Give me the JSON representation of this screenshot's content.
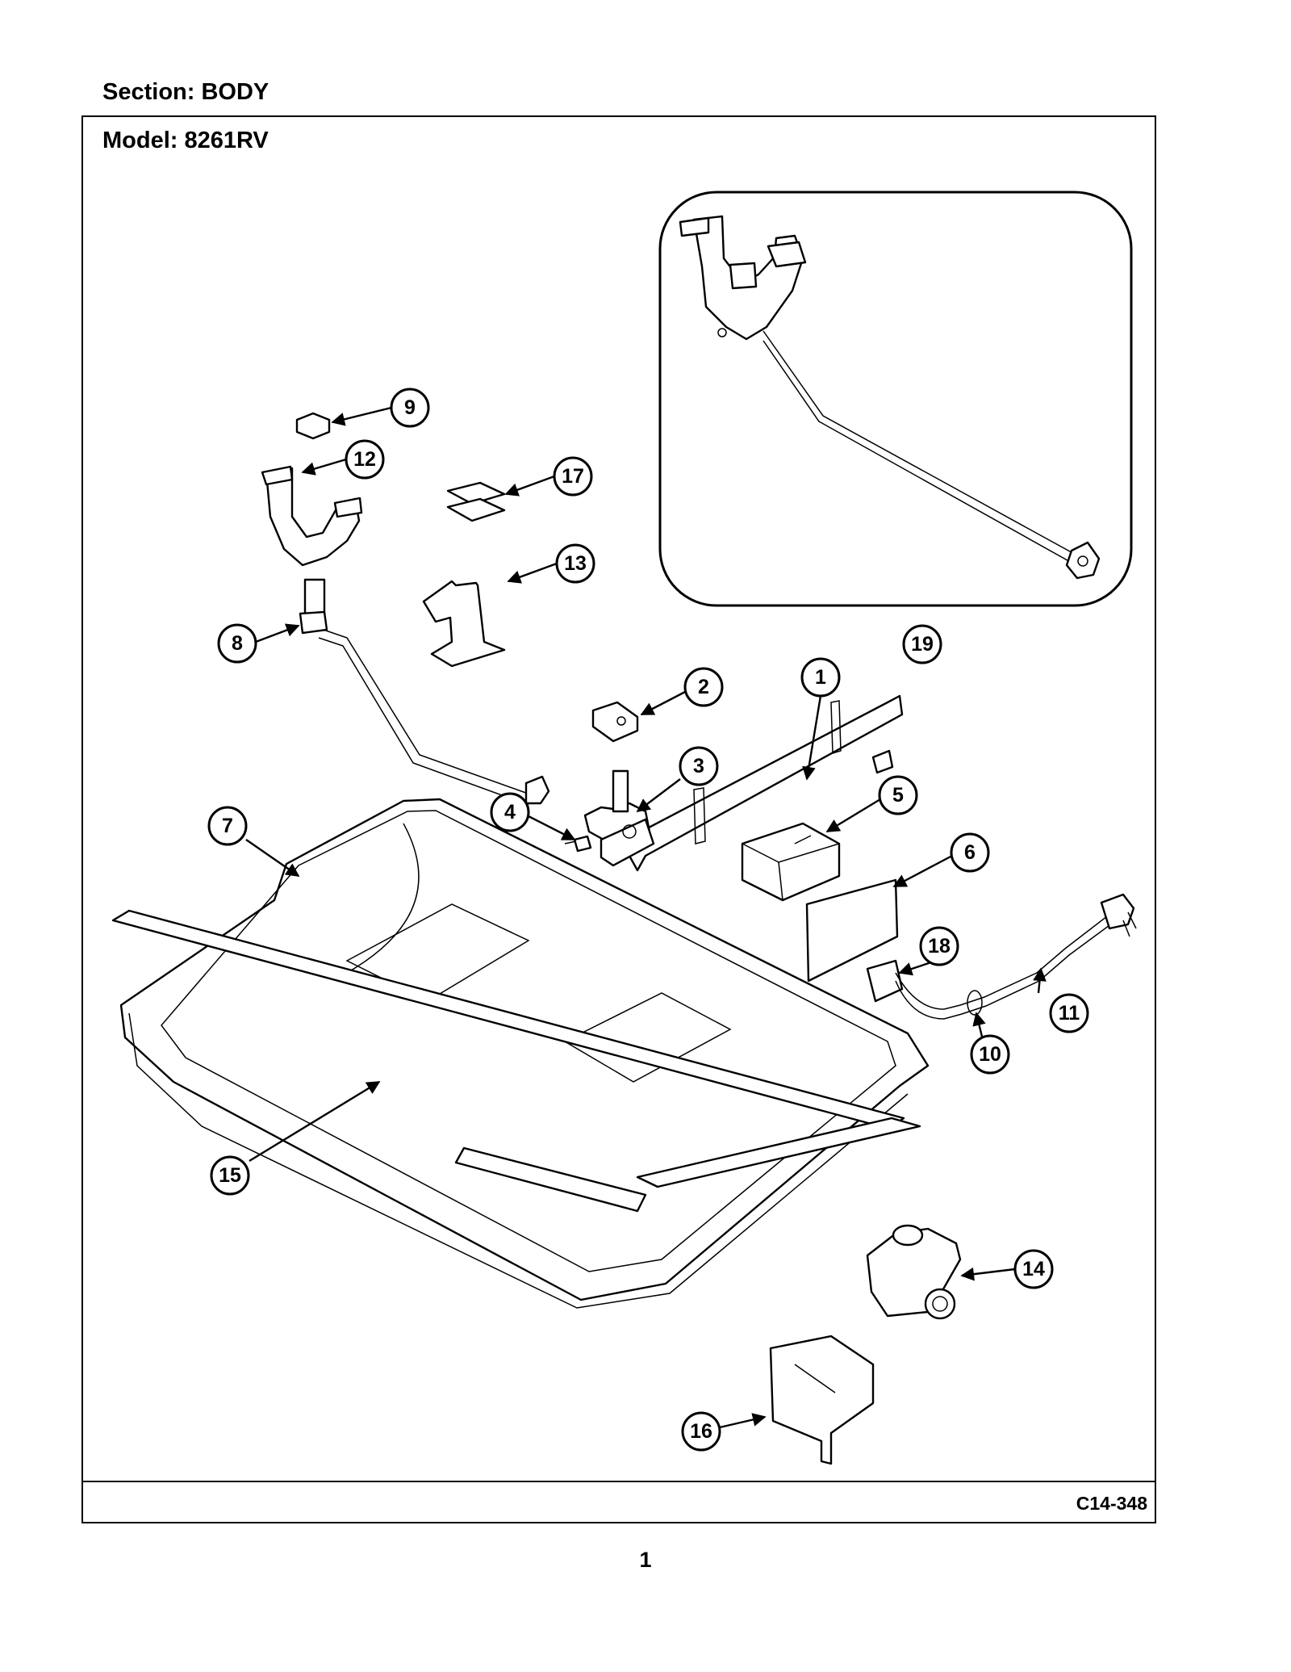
{
  "header": {
    "section_label": "Section:  BODY"
  },
  "frame": {
    "model_label": "Model:  8261RV"
  },
  "footer": {
    "diagram_code": "C14-348",
    "page_number": "1"
  },
  "callouts": [
    {
      "id": "c1",
      "label": "1"
    },
    {
      "id": "c2",
      "label": "2"
    },
    {
      "id": "c3",
      "label": "3"
    },
    {
      "id": "c4",
      "label": "4"
    },
    {
      "id": "c5",
      "label": "5"
    },
    {
      "id": "c6",
      "label": "6"
    },
    {
      "id": "c7",
      "label": "7"
    },
    {
      "id": "c8",
      "label": "8"
    },
    {
      "id": "c9",
      "label": "9"
    },
    {
      "id": "c10",
      "label": "10"
    },
    {
      "id": "c11",
      "label": "11"
    },
    {
      "id": "c12",
      "label": "12"
    },
    {
      "id": "c13",
      "label": "13"
    },
    {
      "id": "c14",
      "label": "14"
    },
    {
      "id": "c15",
      "label": "15"
    },
    {
      "id": "c16",
      "label": "16"
    },
    {
      "id": "c17",
      "label": "17"
    },
    {
      "id": "c18",
      "label": "18"
    },
    {
      "id": "c19",
      "label": "19"
    }
  ]
}
